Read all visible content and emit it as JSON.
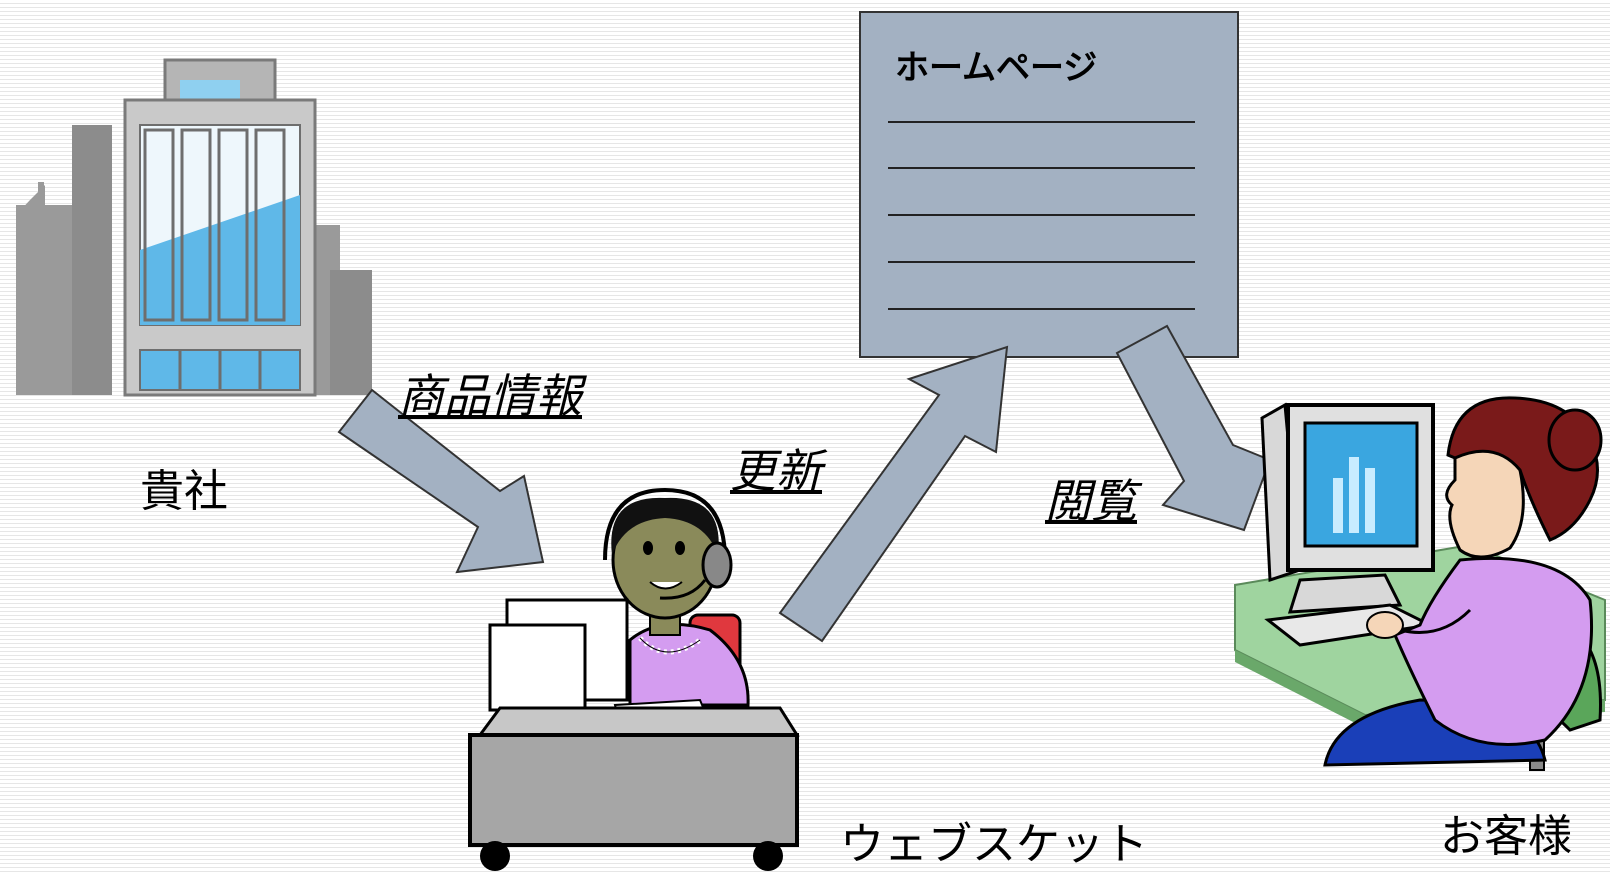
{
  "nodes": {
    "company": "貴社",
    "websket": "ウェブスケット",
    "customer": "お客様"
  },
  "flows": {
    "product_info": "商品情報",
    "update": "更新",
    "browse": "閲覧"
  },
  "homepage": {
    "title": "ホームページ"
  },
  "colors": {
    "arrow_fill": "#a3b1c2",
    "homepage_fill": "#a3b1c2",
    "building_glass": "#5fb8e8",
    "person_shirt": "#d49cf0",
    "chair": "#5aa65a",
    "pants": "#1a3fb8"
  }
}
